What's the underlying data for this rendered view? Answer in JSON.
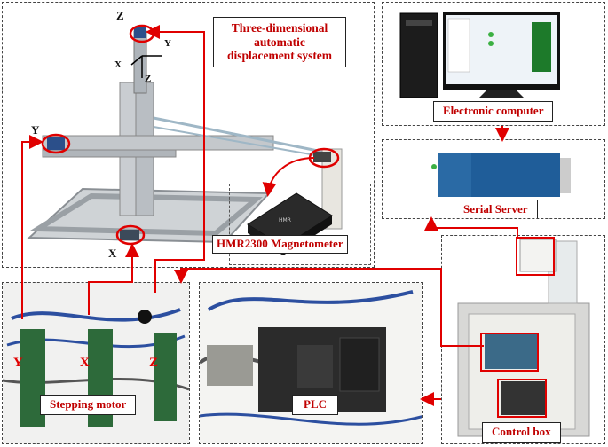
{
  "labels": {
    "displacement_system": "Three-dimensional automatic displacement system",
    "magnetometer": "HMR2300 Magnetometer",
    "computer": "Electronic computer",
    "serial_server": "Serial Server",
    "control_box": "Control box",
    "plc": "PLC",
    "stepping_motor": "Stepping motor"
  },
  "axis_letters": {
    "z_top": "Z",
    "y_small": "Y",
    "x_small": "X",
    "z_small": "Z",
    "y_left": "Y",
    "x_bottom": "X"
  },
  "motor_letters": {
    "y": "Y",
    "x": "X",
    "z": "Z"
  },
  "colors": {
    "accent": "#e00000",
    "border": "#444444"
  }
}
